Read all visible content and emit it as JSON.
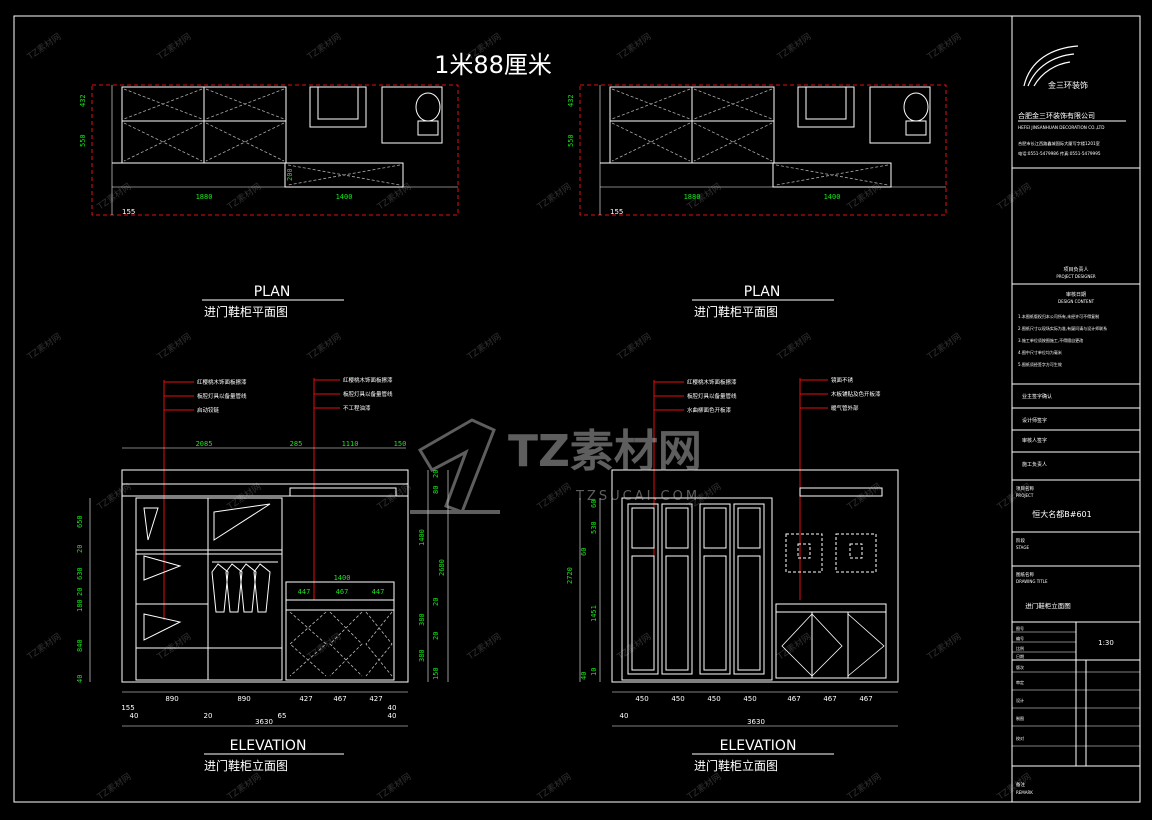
{
  "colors": {
    "background": "#000000",
    "lines": "#ffffff",
    "dimensions": "#19e619",
    "callout": "#e01010",
    "boundary": "#e01010",
    "watermark": "#808080"
  },
  "sheet_title": "1米88厘米",
  "plan_left": {
    "label": "PLAN",
    "subtitle": "进门鞋柜平面图",
    "dims": [
      "432",
      "550",
      "1880",
      "1400",
      "155",
      "200"
    ]
  },
  "plan_right": {
    "label": "PLAN",
    "subtitle": "进门鞋柜平面图",
    "dims": [
      "432",
      "550",
      "1880",
      "1400",
      "155"
    ]
  },
  "elev_left": {
    "label": "ELEVATION",
    "subtitle": "进门鞋柜立面图",
    "notes_a": [
      "红樱桃木饰面板擦漆",
      "板腔灯具以备量管线",
      "启动铰链"
    ],
    "notes_b": [
      "红樱桃木饰面板擦漆",
      "板腔灯具以备量管线",
      "不工程油漆"
    ],
    "top_dims": [
      "2085",
      "285",
      "1110",
      "150"
    ],
    "left_dims": [
      "650",
      "20",
      "630",
      "20",
      "180",
      "840",
      "40"
    ],
    "right_dims": [
      "20",
      "80",
      "1400",
      "2680",
      "20",
      "380",
      "20",
      "380",
      "150"
    ],
    "inner_dims": [
      "1400",
      "447",
      "467",
      "447"
    ],
    "bottom_dims_1": [
      "890",
      "890",
      "427",
      "467",
      "427"
    ],
    "bottom_dims_2": [
      "155",
      "40",
      "20",
      "65",
      "40",
      "40"
    ],
    "total": "3630"
  },
  "elev_right": {
    "label": "ELEVATION",
    "subtitle": "进门鞋柜立面图",
    "notes_a": [
      "红樱桃木饰面板擦漆",
      "板腔灯具以备量管线",
      "水曲柳面色开板漆"
    ],
    "notes_b": [
      "镜面不锈",
      "木板铺贴及色开板漆",
      "暖气管外部"
    ],
    "left_dims": [
      "60",
      "530",
      "60",
      "2720",
      "1451",
      "10",
      "40"
    ],
    "bottom_dims": [
      "450",
      "450",
      "450",
      "450",
      "467",
      "467",
      "467"
    ],
    "bottom_left": "40",
    "total": "3630"
  },
  "title_block": {
    "logo_text": "金三环装饰",
    "company_cn": "合肥金三环装饰有限公司",
    "company_en": "HEFEI JINSANHUAN DECORATION CO.,LTD",
    "address_line": "合肥市长江西路鑫城国际大厦写字楼1201室",
    "contact_line": "电话:0551-5479986     传真:0551-5479995",
    "designer_cn": "项目负责人",
    "designer_en": "PROJECT DESIGNER",
    "approval_cn": "审核日期",
    "approval_en": "DESIGN CONTENT",
    "notes": [
      "1.本图纸版权归本公司所有,未经许可不得复制",
      "2.图纸尺寸以现场实际为准,有疑问请与设计师联系",
      "3.施工单位须按图施工,不得擅自更改",
      "4.图中尺寸单位均为毫米",
      "5.图纸须经签字方可生效"
    ],
    "rows": [
      "业主签字确认",
      "设计师签字",
      "审核人签字",
      "施工负责人"
    ],
    "project_label_cn": "项目名称",
    "project_label_en": "PROJECT",
    "project_value": "恒大名都B#601",
    "stage_label_cn": "阶段",
    "stage_label_en": "STAGE",
    "drawing_label_cn": "图纸名称",
    "drawing_label_en": "DRAWING TITLE",
    "drawing_value": "进门鞋柜立面图",
    "scale_label": "比例",
    "scale_value": "1:30",
    "grid_labels": [
      "图号",
      "编号",
      "日期",
      "版次",
      "审定",
      "设计",
      "制图",
      "校对"
    ],
    "footer_cn": "备注",
    "footer_en": "REMARK"
  },
  "watermark": {
    "brand": "TZ素材网",
    "url": "TZSUCAI.COM",
    "stamp": "TZ素材网"
  }
}
